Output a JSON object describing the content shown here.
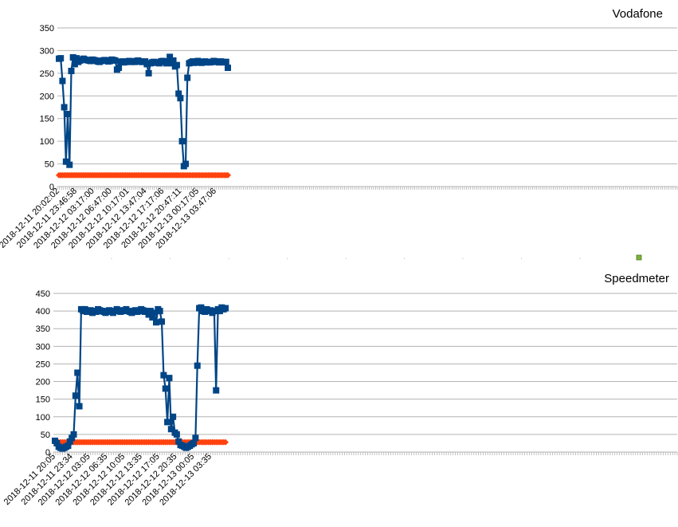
{
  "colors": {
    "speed": "#004586",
    "baseline": "#ff420e",
    "grid": "#b3b3b3",
    "marker": "#7bb33b"
  },
  "chart_data": [
    {
      "type": "line",
      "title": "Vodafone",
      "ylim": [
        0,
        350
      ],
      "yticks": [
        0,
        50,
        100,
        150,
        200,
        250,
        300,
        350
      ],
      "grid": true,
      "x_categories": 300,
      "xtick_labels": [
        "2018-12-11 20:02:02",
        "2018-12-11 23:46:58",
        "2018-12-12 03:17:00",
        "2018-12-12 06:47:00",
        "2018-12-12 10:17:01",
        "2018-12-12 13:47:04",
        "2018-12-12 17:17:06",
        "2018-12-12 20:47:11",
        "2018-12-13 00:17:05",
        "2018-12-13 03:47:06"
      ],
      "series": [
        {
          "values": [
            282,
            283,
            233,
            175,
            55,
            160,
            48,
            255,
            285,
            270,
            283,
            275,
            278,
            280,
            282,
            280,
            279,
            278,
            277,
            280,
            279,
            278,
            276,
            275,
            277,
            278,
            279,
            278,
            276,
            277,
            280,
            279,
            278,
            258,
            262,
            275,
            276,
            274,
            275,
            276,
            277,
            275,
            276,
            275,
            277,
            278,
            276,
            275,
            275,
            276,
            270,
            250,
            272,
            274,
            275,
            273,
            274,
            272,
            276,
            277,
            275,
            272,
            276,
            286,
            272,
            278,
            265,
            268,
            205,
            195,
            100,
            45,
            50,
            240,
            272,
            274,
            276,
            273,
            275,
            277,
            274,
            273,
            275,
            276,
            274,
            275,
            274,
            275,
            277,
            276,
            275,
            274,
            276,
            275,
            274,
            275,
            262
          ]
        },
        {
          "values": "constant",
          "value": 25,
          "points": 97
        }
      ]
    },
    {
      "type": "line",
      "title": "Speedmeter",
      "ylim": [
        0,
        450
      ],
      "yticks": [
        0,
        50,
        100,
        150,
        200,
        250,
        300,
        350,
        400,
        450
      ],
      "grid": true,
      "x_categories": 270,
      "xtick_labels": [
        "2018-12-11 20:05",
        "2018-12-11 23:34",
        "2018-12-12 03:05",
        "2018-12-12 06:35",
        "2018-12-12 10:05",
        "2018-12-12 13:35",
        "2018-12-12 17:05",
        "2018-12-12 20:35",
        "2018-12-13 00:05",
        "2018-12-13 03:35"
      ],
      "series": [
        {
          "values": [
            32,
            25,
            15,
            12,
            10,
            12,
            15,
            18,
            30,
            40,
            50,
            160,
            225,
            130,
            405,
            400,
            405,
            398,
            400,
            402,
            395,
            400,
            398,
            405,
            402,
            400,
            398,
            395,
            400,
            402,
            398,
            395,
            400,
            405,
            402,
            398,
            400,
            402,
            405,
            400,
            398,
            395,
            400,
            402,
            398,
            400,
            405,
            402,
            398,
            400,
            390,
            400,
            382,
            395,
            368,
            405,
            400,
            370,
            218,
            180,
            85,
            210,
            65,
            100,
            55,
            50,
            30,
            20,
            18,
            15,
            12,
            15,
            18,
            22,
            25,
            40,
            245,
            408,
            410,
            400,
            398,
            405,
            400,
            402,
            395,
            400,
            175,
            405,
            400,
            410,
            405,
            408
          ]
        },
        {
          "values": "constant",
          "value": 28,
          "points": 92
        }
      ]
    }
  ]
}
